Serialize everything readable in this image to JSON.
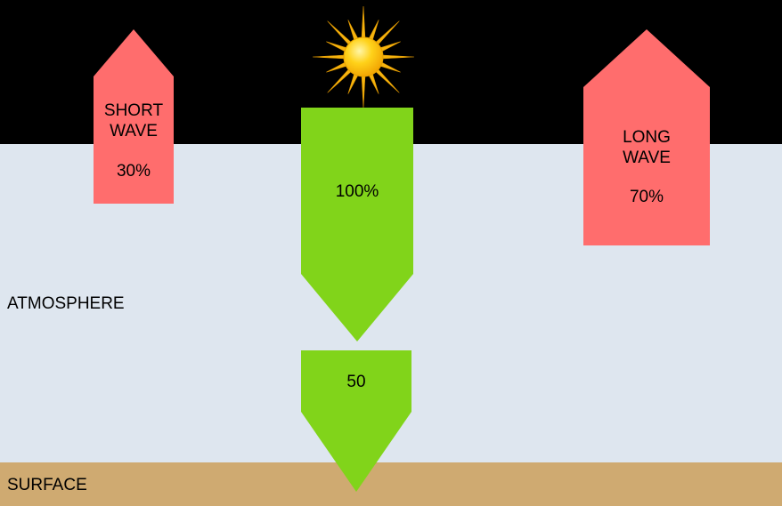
{
  "zones": {
    "atmosphere_label": "ATMOSPHERE",
    "surface_label": "SURFACE"
  },
  "arrows": {
    "incoming": {
      "value": "100%"
    },
    "absorbed": {
      "value": "50"
    },
    "short_wave": {
      "line1": "SHORT",
      "line2": "WAVE",
      "value": "30%"
    },
    "long_wave": {
      "line1": "LONG",
      "line2": "WAVE",
      "value": "70%"
    }
  },
  "icons": {
    "sun": "sun-icon"
  },
  "colors": {
    "space": "#000000",
    "atmosphere": "#dee6ef",
    "surface": "#cfaa71",
    "incoming_arrow": "#81d41a",
    "outgoing_arrow": "#ff6d6d",
    "sun_core": "#ffcc00",
    "sun_rays": "#f6b40e"
  }
}
